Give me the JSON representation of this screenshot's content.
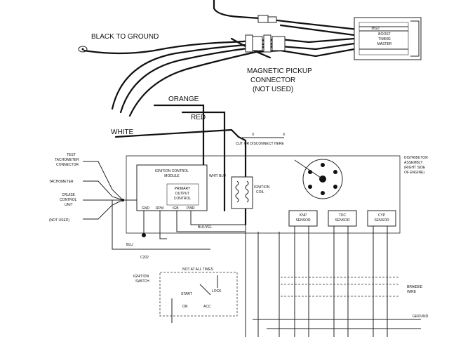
{
  "labels": {
    "black_to_ground": "BLACK TO GROUND",
    "magnetic_pickup_line1": "MAGNETIC PICKUP",
    "magnetic_pickup_line2": "CONNECTOR",
    "magnetic_pickup_line3": "(NOT USED)",
    "orange": "ORANGE",
    "red": "RED",
    "white": "WHITE",
    "msd_module_line1": "MSD",
    "msd_module_line2": "BOOST",
    "msd_module_line3": "TIMING",
    "msd_module_line4": "MASTER",
    "cut_or_disconnect": "CUT OR DISCONNECT HERE",
    "x_mark": "X",
    "test_tach_line1": "TEST",
    "test_tach_line2": "TACHOMETER",
    "test_tach_line3": "CONNECTOR",
    "tachometer": "TACHOMETER",
    "cruise_line1": "CRUISE",
    "cruise_line2": "CONTROL",
    "cruise_line3": "UNIT",
    "not_used": "(NOT USED)",
    "icm_line1": "IGNITION CONTROL",
    "icm_line2": "MODULE",
    "primary_line1": "PRIMARY",
    "primary_line2": "OUTPUT",
    "primary_line3": "CONTROL",
    "ignition_coil_line1": "IGNITION",
    "ignition_coil_line2": "COIL",
    "wht_blu": "WHT/ BLU",
    "distributor_line1": "DISTRIBUTOR",
    "distributor_line2": "ASSEMBLY",
    "distributor_line3": "(RIGHT SIDE",
    "distributor_line4": "OF ENGINE)",
    "kp_sensor_line1": "KNP",
    "kp_sensor_line2": "SENSOR",
    "tdc_sensor_line1": "TDC",
    "tdc_sensor_line2": "SENSOR",
    "cyp_sensor_line1": "CYP",
    "cyp_sensor_line2": "SENSOR",
    "pin_gnd": "GND",
    "pin_rpm": "RPM",
    "pin_igb": "IGB",
    "pin_pwr": "PWR",
    "blu": "BLU",
    "blk_yel": "BLK/YEL",
    "c202": "C202",
    "not_at_all_times": "NOT AT ALL TIMES",
    "ignition_switch_line1": "IGNITION",
    "ignition_switch_line2": "SWITCH",
    "start": "START",
    "lock": "LOCK",
    "on": "ON",
    "acc": "ACC",
    "braided_wire_line1": "BRAIDED",
    "braided_wire_line2": "WIRE",
    "ground": "GROUND"
  },
  "colors": {
    "ink": "#111111",
    "background": "#ffffff"
  }
}
